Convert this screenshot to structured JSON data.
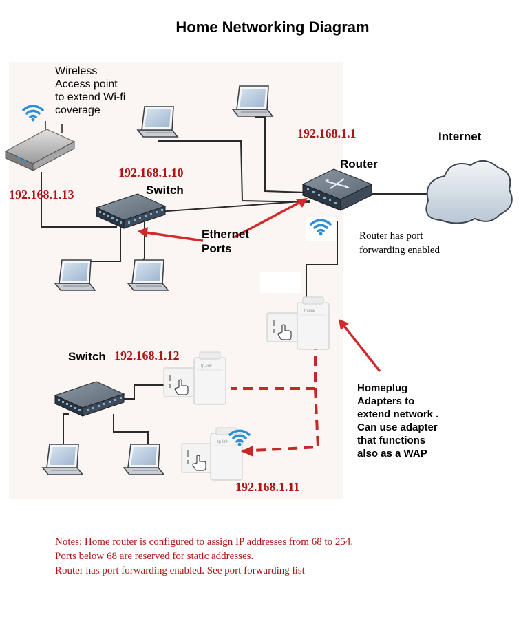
{
  "title": "Home Networking Diagram",
  "labels": {
    "wap": [
      "Wireless",
      "Access point",
      "to extend Wi-fi",
      "coverage"
    ],
    "router": "Router",
    "internet": "Internet",
    "switch_top": "Switch",
    "switch_bottom": "Switch",
    "ethernet_ports": [
      "Ethernet",
      "Ports"
    ],
    "router_note": [
      "Router has port",
      "forwarding enabled"
    ],
    "homeplug": [
      "Homeplug",
      "Adapters to",
      "extend network .",
      "Can use adapter",
      "that functions",
      "also as a WAP"
    ]
  },
  "ips": {
    "router": "192.168.1.1",
    "switch_top": "192.168.1.10",
    "wap": "192.168.1.13",
    "switch_bottom": "192.168.1.12",
    "homeplug_wap": "192.168.1.11"
  },
  "notes": [
    "Notes: Home router is configured to assign IP addresses from 68 to 254.",
    "Ports below 68 are reserved for static addresses.",
    "Router has port forwarding enabled. See port forwarding list"
  ],
  "colors": {
    "accent_red": "#b01515",
    "arrow_red": "#d02a2a",
    "panel_bg": "#fbf6f3",
    "wifi_blue": "#2b8fd6",
    "cloud_fill": "#d9e1ea"
  }
}
